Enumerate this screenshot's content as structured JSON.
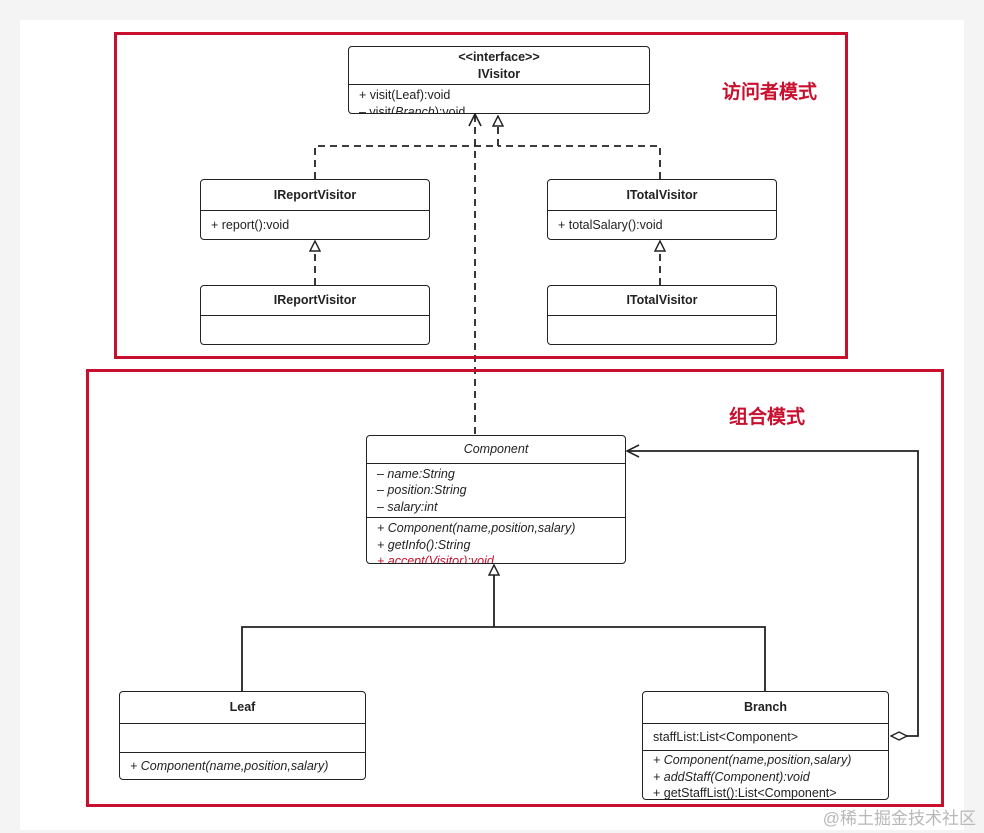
{
  "frames": {
    "visitor_title": "访问者模式",
    "composite_title": "组合模式"
  },
  "classes": {
    "ivisitor": {
      "stereotype": "<<interface>>",
      "name": "IVisitor",
      "methods": [
        {
          "prefix": "+ visit(",
          "param": "Leaf",
          "suffix": "):void"
        },
        {
          "prefix": "– visit(",
          "param": "Branch",
          "suffix": "):void"
        }
      ]
    },
    "ireport_iface": {
      "name": "IReportVisitor",
      "methods": [
        "+ report():void"
      ]
    },
    "itotal_iface": {
      "name": "ITotalVisitor",
      "methods": [
        "+ totalSalary():void"
      ]
    },
    "ireport_impl": {
      "name": "IReportVisitor"
    },
    "itotal_impl": {
      "name": "ITotalVisitor"
    },
    "component": {
      "name": "Component",
      "attributes": [
        "– name:String",
        "– position:String",
        "– salary:int"
      ],
      "methods": [
        "+ Component(name,position,salary)",
        "+ getInfo():String",
        "+ accept(Visitor):void"
      ]
    },
    "leaf": {
      "name": "Leaf",
      "methods": [
        "+ Component(name,position,salary)"
      ]
    },
    "branch": {
      "name": "Branch",
      "attributes": [
        "staffList:List<Component>"
      ],
      "methods": [
        "+ Component(name,position,salary)",
        "+ addStaff(Component):void",
        "+ getStaffList():List<Component>"
      ]
    }
  },
  "colors": {
    "accent": "#c8102e",
    "line": "#222222"
  },
  "watermark": "@稀土掘金技术社区"
}
